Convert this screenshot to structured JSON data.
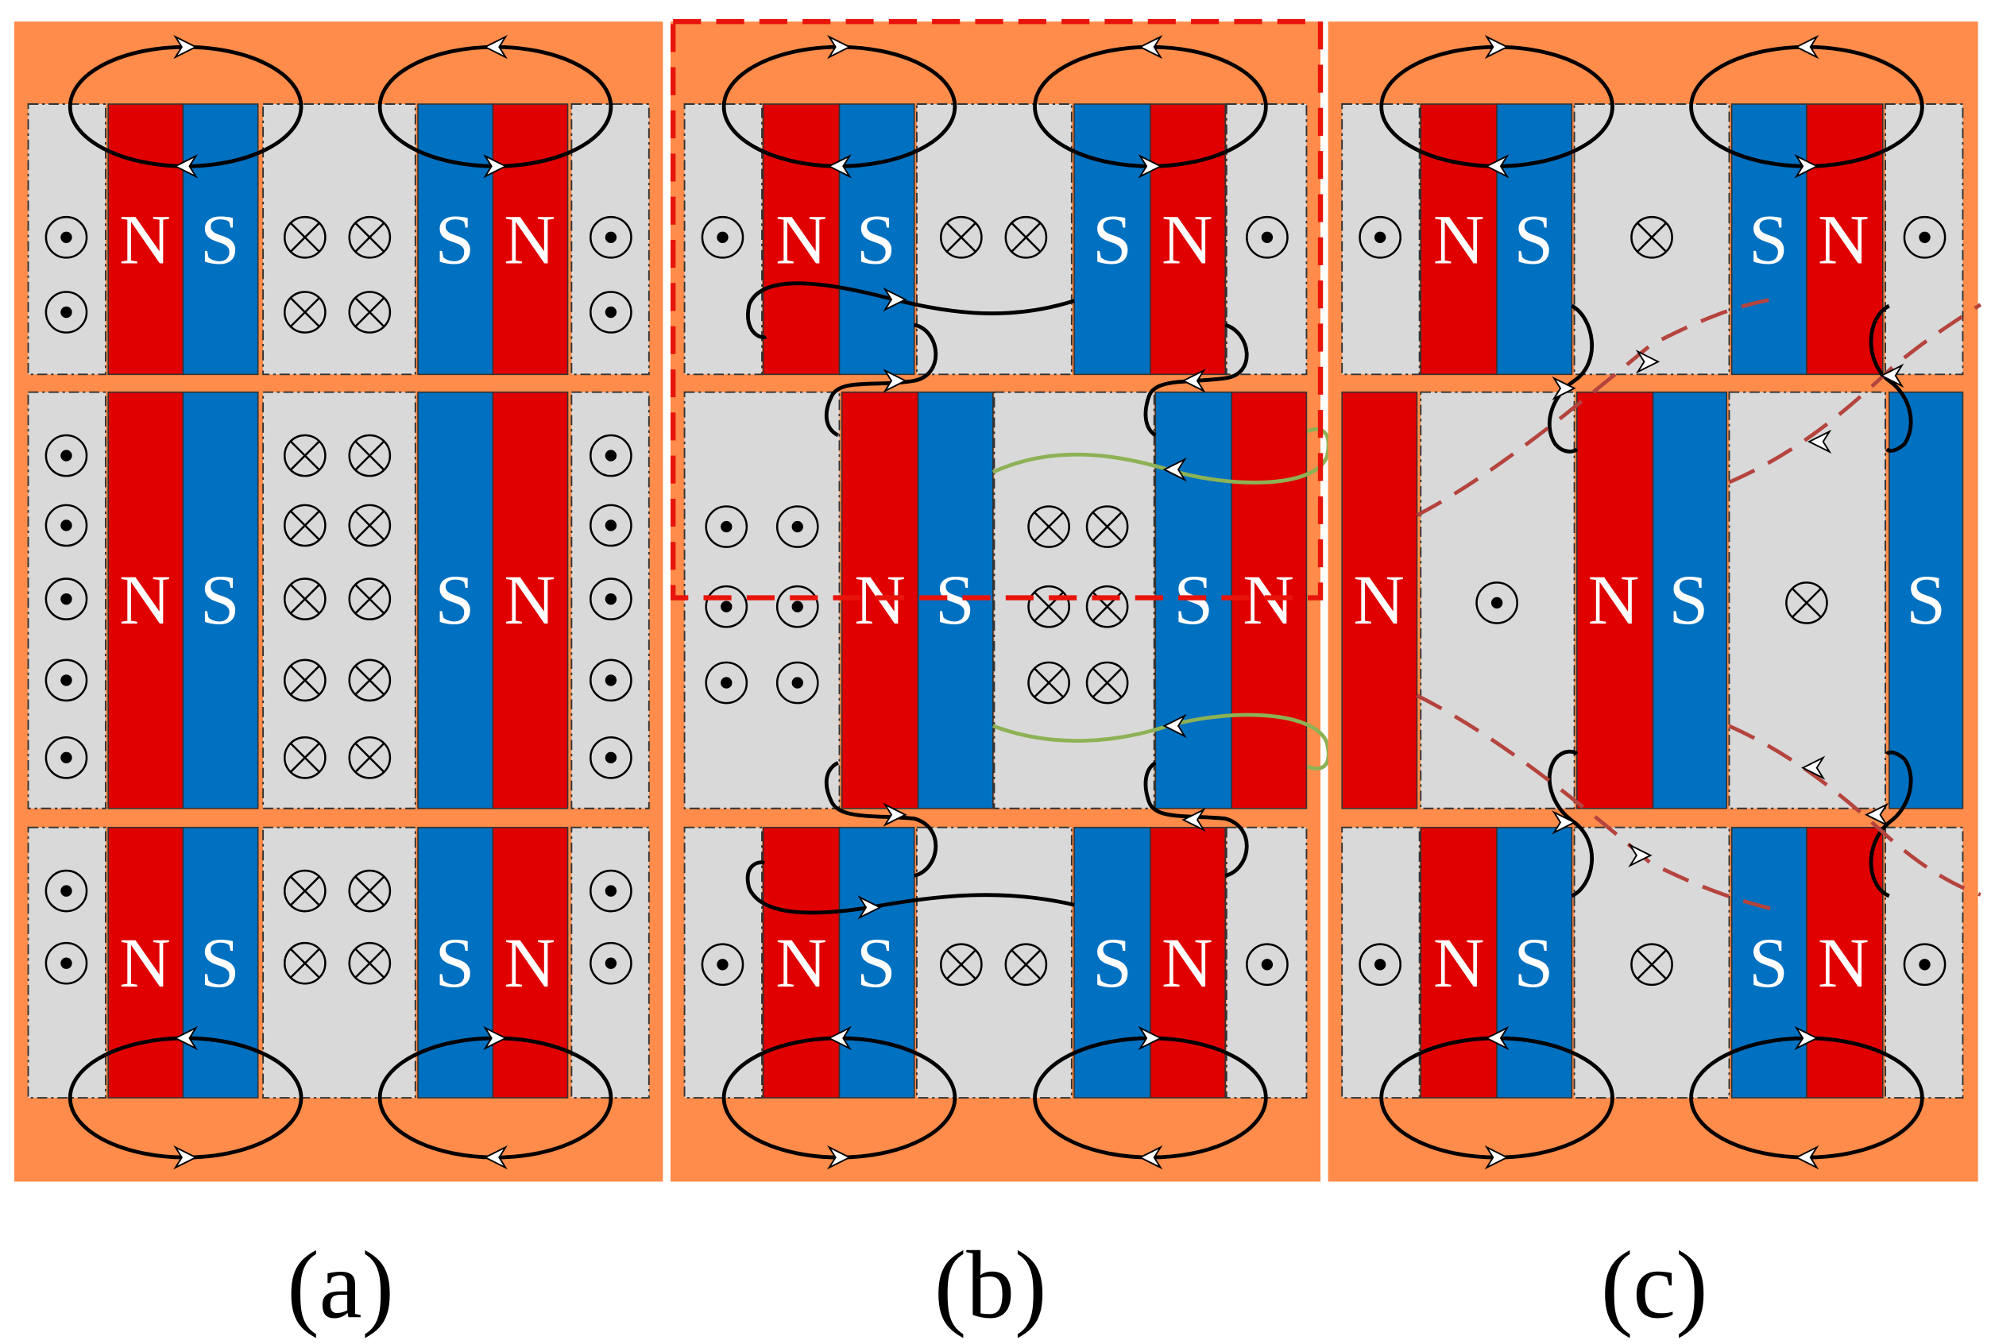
{
  "panels": [
    {
      "caption": "(a)"
    },
    {
      "caption": "(b)"
    },
    {
      "caption": "(c)"
    }
  ],
  "pole_labels": {
    "north": "N",
    "south": "S"
  },
  "colors": {
    "background": "#FF8C4A",
    "cell": "#D9D9D9",
    "magnet_north": "#E00000",
    "magnet_south": "#0070C0",
    "flux_line": "#000000",
    "green_flux": "#8DB255",
    "dashed_flux": "#B5443E",
    "highlight_box": "#E8140C"
  },
  "symbols": {
    "out_of_page": "dot-circle-icon",
    "into_page": "cross-circle-icon"
  }
}
